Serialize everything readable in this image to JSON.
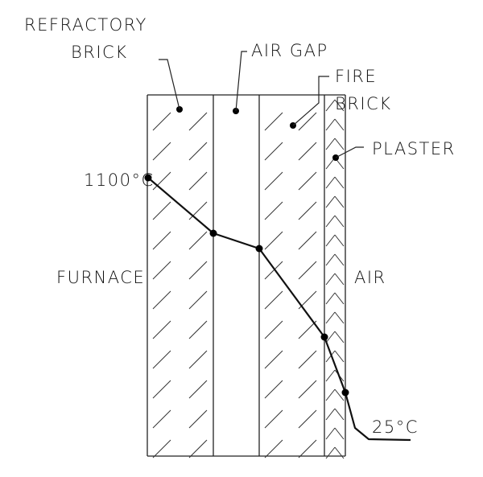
{
  "labels": {
    "refractory_line1": "REFRACTORY",
    "refractory_line2": "BRICK",
    "air_gap": "AIR GAP",
    "fire_line1": "FIRE",
    "fire_line2": "BRICK",
    "plaster": "PLASTER",
    "temp_inside": "1100°C",
    "furnace": "FURNACE",
    "air": "AIR",
    "temp_outside": "25°C"
  },
  "colors": {
    "ink": "#111111",
    "background": "#ffffff"
  }
}
